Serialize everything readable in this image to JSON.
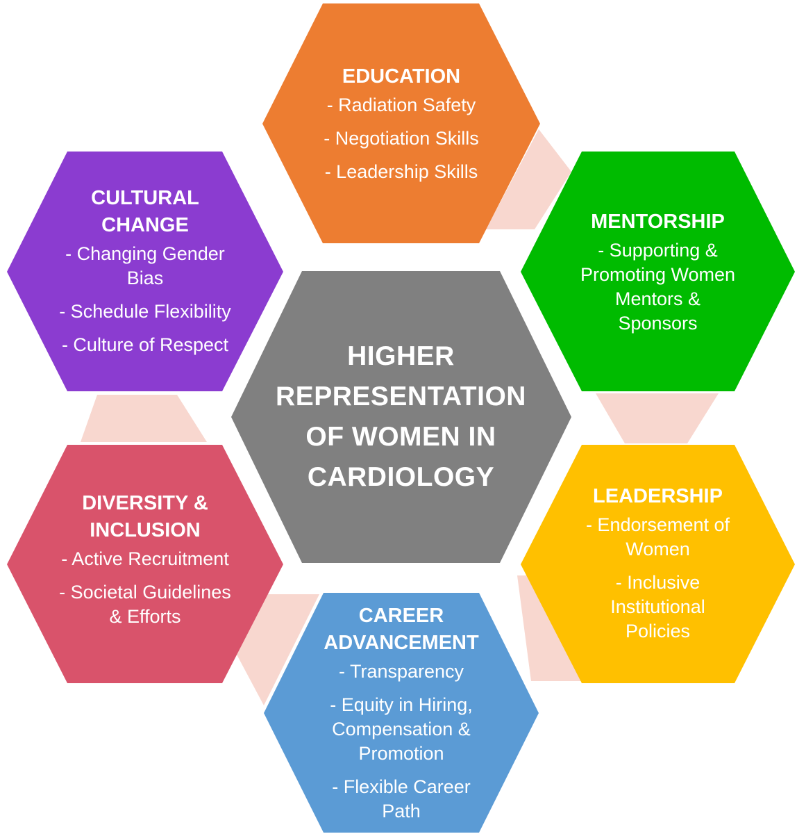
{
  "center": {
    "title_lines": [
      "HIGHER",
      "REPRESENTATION",
      "OF WOMEN IN",
      "CARDIOLOGY"
    ],
    "color": "#808080"
  },
  "connector_color": "#F8D7CF",
  "hexagons": {
    "education": {
      "color": "#ED7D31",
      "title_lines": [
        "EDUCATION"
      ],
      "items": [
        [
          "- Radiation Safety"
        ],
        [
          "- Negotiation Skills"
        ],
        [
          "- Leadership Skills"
        ]
      ]
    },
    "mentorship": {
      "color": "#00BB00",
      "title_lines": [
        "MENTORSHIP"
      ],
      "items": [
        [
          "- Supporting &",
          "Promoting Women",
          "Mentors &",
          "Sponsors"
        ]
      ]
    },
    "leadership": {
      "color": "#FFC000",
      "title_lines": [
        "LEADERSHIP"
      ],
      "items": [
        [
          "- Endorsement of",
          "Women"
        ],
        [
          "- Inclusive",
          "Institutional",
          "Policies"
        ]
      ]
    },
    "career": {
      "color": "#5B9BD5",
      "title_lines": [
        "CAREER",
        "ADVANCEMENT"
      ],
      "items": [
        [
          "- Transparency"
        ],
        [
          "- Equity in Hiring,",
          "Compensation &",
          "Promotion"
        ],
        [
          "- Flexible Career",
          "Path"
        ]
      ]
    },
    "diversity": {
      "color": "#D9536B",
      "title_lines": [
        "DIVERSITY &",
        "INCLUSION"
      ],
      "items": [
        [
          "- Active Recruitment"
        ],
        [
          "- Societal Guidelines",
          "& Efforts"
        ]
      ]
    },
    "cultural": {
      "color": "#8B3CD0",
      "title_lines": [
        "CULTURAL",
        "CHANGE"
      ],
      "items": [
        [
          "- Changing Gender",
          "Bias"
        ],
        [
          "- Schedule Flexibility"
        ],
        [
          "- Culture of Respect"
        ]
      ]
    }
  }
}
